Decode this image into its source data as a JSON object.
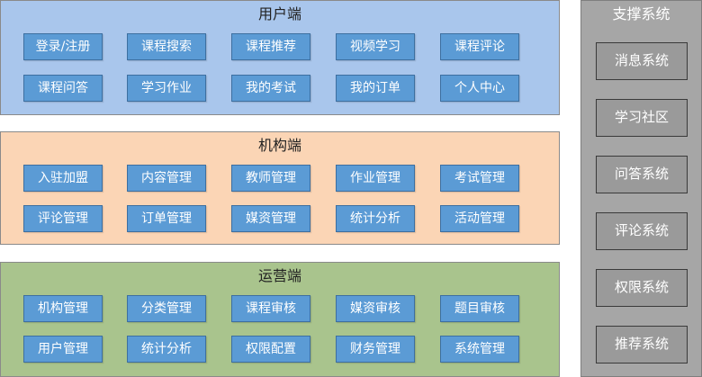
{
  "user_layer": {
    "title": "用户端",
    "color": "#a9c6ec",
    "modules": [
      "登录/注册",
      "课程搜索",
      "课程推荐",
      "视频学习",
      "课程评论",
      "课程问答",
      "学习作业",
      "我的考试",
      "我的订单",
      "个人中心"
    ]
  },
  "org_layer": {
    "title": "机构端",
    "color": "#fbd5b5",
    "modules": [
      "入驻加盟",
      "内容管理",
      "教师管理",
      "作业管理",
      "考试管理",
      "评论管理",
      "订单管理",
      "媒资管理",
      "统计分析",
      "活动管理"
    ]
  },
  "ops_layer": {
    "title": "运营端",
    "color": "#a9c48d",
    "modules": [
      "机构管理",
      "分类管理",
      "课程审核",
      "媒资审核",
      "题目审核",
      "用户管理",
      "统计分析",
      "权限配置",
      "财务管理",
      "系统管理"
    ]
  },
  "support": {
    "title": "支撑系统",
    "items": [
      "消息系统",
      "学习社区",
      "问答系统",
      "评论系统",
      "权限系统",
      "推荐系统"
    ]
  }
}
